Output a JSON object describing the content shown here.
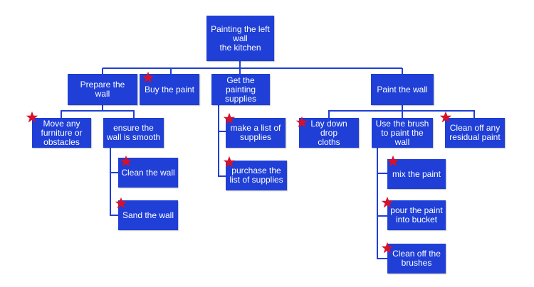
{
  "diagram": {
    "star_color": "#d8102a",
    "node_color": "#1f3fd6",
    "line_color": "#1f3fd6",
    "root": {
      "label": "Painting the left wall\nthe kitchen"
    },
    "prepare_wall": {
      "label": "Prepare the\nwall",
      "children": {
        "move_furniture": {
          "label": "Move any\nfurniture or\nobstacles"
        },
        "ensure_smooth": {
          "label": "ensure the\nwall is smooth",
          "children": {
            "clean_wall": {
              "label": "Clean the wall"
            },
            "sand_wall": {
              "label": "Sand the wall"
            }
          }
        }
      }
    },
    "buy_paint": {
      "label": "Buy the paint"
    },
    "get_supplies": {
      "label": "Get the\npainting\nsupplies",
      "children": {
        "make_list": {
          "label": "make a list of\nsupplies"
        },
        "purchase_list": {
          "label": "purchase the\nlist of supplies"
        }
      }
    },
    "paint_wall": {
      "label": "Paint the wall",
      "children": {
        "lay_drop_cloths": {
          "label": "Lay down drop\ncloths"
        },
        "use_brush": {
          "label": "Use the brush\nto paint the\nwall",
          "children": {
            "mix_paint": {
              "label": "mix the paint"
            },
            "pour_paint": {
              "label": "pour the paint\ninto bucket"
            },
            "clean_brushes": {
              "label": "Clean off the\nbrushes"
            }
          }
        },
        "clean_residual": {
          "label": "Clean off any\nresidual paint"
        }
      }
    }
  }
}
